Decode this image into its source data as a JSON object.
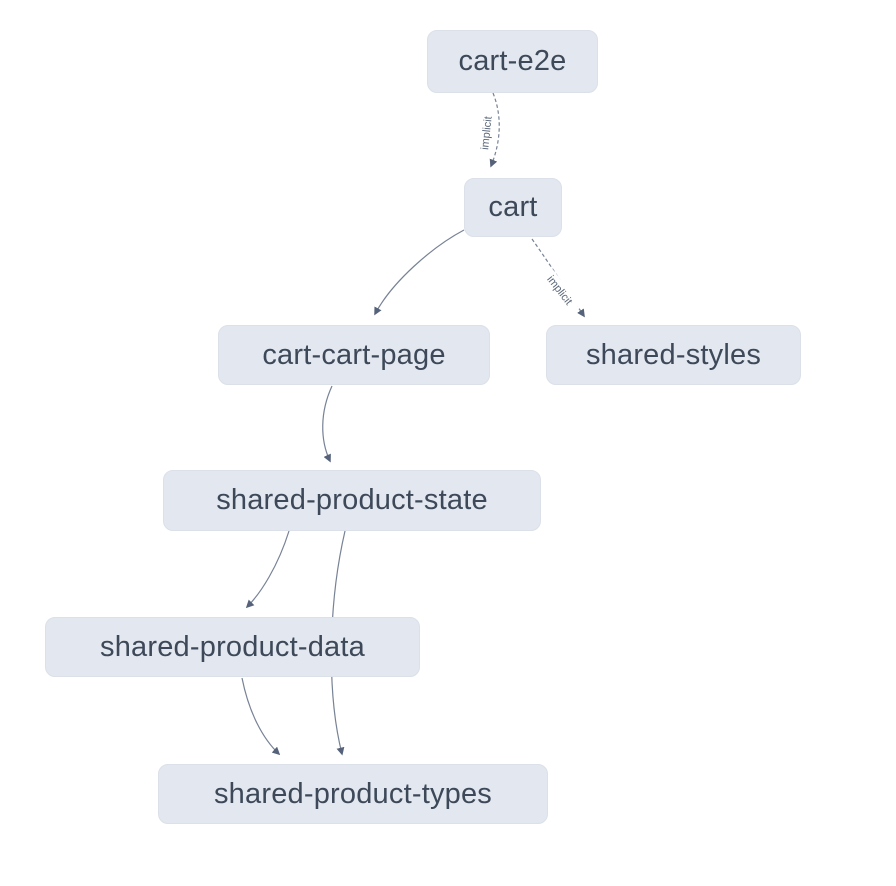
{
  "diagram": {
    "kind": "project-dependency-graph",
    "background_color": "#ffffff",
    "node_fill_color": "#e3e7ef",
    "node_text_color": "#3d4959",
    "edge_color": "#68748a",
    "nodes": [
      {
        "id": "cart-e2e",
        "label": "cart-e2e"
      },
      {
        "id": "cart",
        "label": "cart"
      },
      {
        "id": "cart-cart-page",
        "label": "cart-cart-page"
      },
      {
        "id": "shared-styles",
        "label": "shared-styles"
      },
      {
        "id": "shared-product-state",
        "label": "shared-product-state"
      },
      {
        "id": "shared-product-data",
        "label": "shared-product-data"
      },
      {
        "id": "shared-product-types",
        "label": "shared-product-types"
      }
    ],
    "edges": [
      {
        "from": "cart-e2e",
        "to": "cart",
        "style": "dashed",
        "label": "implicit"
      },
      {
        "from": "cart",
        "to": "cart-cart-page",
        "style": "solid",
        "label": ""
      },
      {
        "from": "cart",
        "to": "shared-styles",
        "style": "dashed",
        "label": "implicit"
      },
      {
        "from": "cart-cart-page",
        "to": "shared-product-state",
        "style": "solid",
        "label": ""
      },
      {
        "from": "shared-product-state",
        "to": "shared-product-data",
        "style": "solid",
        "label": ""
      },
      {
        "from": "shared-product-state",
        "to": "shared-product-types",
        "style": "solid",
        "label": ""
      },
      {
        "from": "shared-product-data",
        "to": "shared-product-types",
        "style": "solid",
        "label": ""
      }
    ]
  }
}
